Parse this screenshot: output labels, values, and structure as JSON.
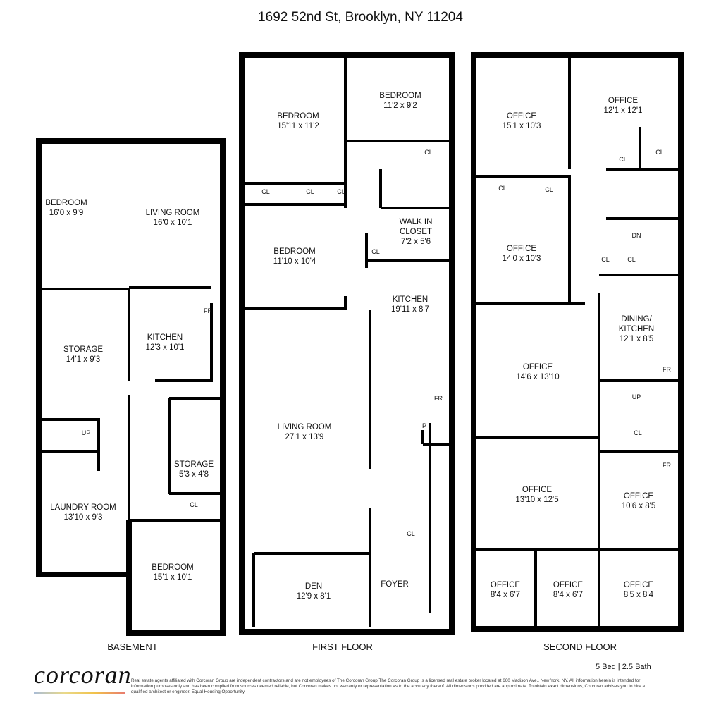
{
  "title": "1692 52nd St, Brooklyn, NY 11204",
  "floors": {
    "basement": {
      "label": "BASEMENT",
      "rooms": [
        {
          "name": "BEDROOM",
          "dims": "16'0 x 9'9"
        },
        {
          "name": "LIVING ROOM",
          "dims": "16'0 x 10'1"
        },
        {
          "name": "STORAGE",
          "dims": "14'1 x 9'3"
        },
        {
          "name": "KITCHEN",
          "dims": "12'3 x 10'1"
        },
        {
          "name": "STORAGE",
          "dims": "5'3 x 4'8"
        },
        {
          "name": "LAUNDRY ROOM",
          "dims": "13'10 x 9'3"
        },
        {
          "name": "BEDROOM",
          "dims": "15'1 x 10'1"
        }
      ],
      "marks": [
        "FR",
        "UP",
        "CL"
      ]
    },
    "first": {
      "label": "FIRST FLOOR",
      "rooms": [
        {
          "name": "BEDROOM",
          "dims": "15'11 x 11'2"
        },
        {
          "name": "BEDROOM",
          "dims": "11'2 x 9'2"
        },
        {
          "name": "BEDROOM",
          "dims": "11'10 x 10'4"
        },
        {
          "name": "WALK IN CLOSET",
          "dims": "7'2 x 5'6"
        },
        {
          "name": "KITCHEN",
          "dims": "19'11 x 8'7"
        },
        {
          "name": "LIVING ROOM",
          "dims": "27'1 x 13'9"
        },
        {
          "name": "DEN",
          "dims": "12'9 x 8'1"
        },
        {
          "name": "FOYER",
          "dims": ""
        }
      ],
      "marks": [
        "CL",
        "CL",
        "CL",
        "CL",
        "CL",
        "CL",
        "FR",
        "P"
      ]
    },
    "second": {
      "label": "SECOND FLOOR",
      "rooms": [
        {
          "name": "OFFICE",
          "dims": "15'1 x 10'3"
        },
        {
          "name": "OFFICE",
          "dims": "12'1 x 12'1"
        },
        {
          "name": "OFFICE",
          "dims": "14'0 x 10'3"
        },
        {
          "name": "DINING/ KITCHEN",
          "dims": "12'1 x 8'5"
        },
        {
          "name": "OFFICE",
          "dims": "14'6 x 13'10"
        },
        {
          "name": "OFFICE",
          "dims": "13'10 x 12'5"
        },
        {
          "name": "OFFICE",
          "dims": "10'6 x 8'5"
        },
        {
          "name": "OFFICE",
          "dims": "8'4 x 6'7"
        },
        {
          "name": "OFFICE",
          "dims": "8'4 x 6'7"
        },
        {
          "name": "OFFICE",
          "dims": "8'5 x 8'4"
        }
      ],
      "marks": [
        "CL",
        "CL",
        "CL",
        "CL",
        "CL",
        "CL",
        "CL",
        "DN",
        "UP",
        "FR",
        "FR"
      ]
    }
  },
  "summary": "5 Bed | 2.5 Bath",
  "brand": "corcoran",
  "disclaimer": "Real estate agents affiliated with Corcoran Group are independent contractors and are not employees of The Corcoran Group.The Corcoran Group is a licensed real estate broker located at 660 Madison Ave., New York, NY. All information herein is intended for information purposes only and has been compiled from sources deemed reliable, but Corcoran makes not warranty or representation as to the accuracy thereof. All dimensions provided are approximate. To obtain exact dimensions, Corcoran advises you to hire a qualified architect or engineer. Equal Housing Opportunity."
}
